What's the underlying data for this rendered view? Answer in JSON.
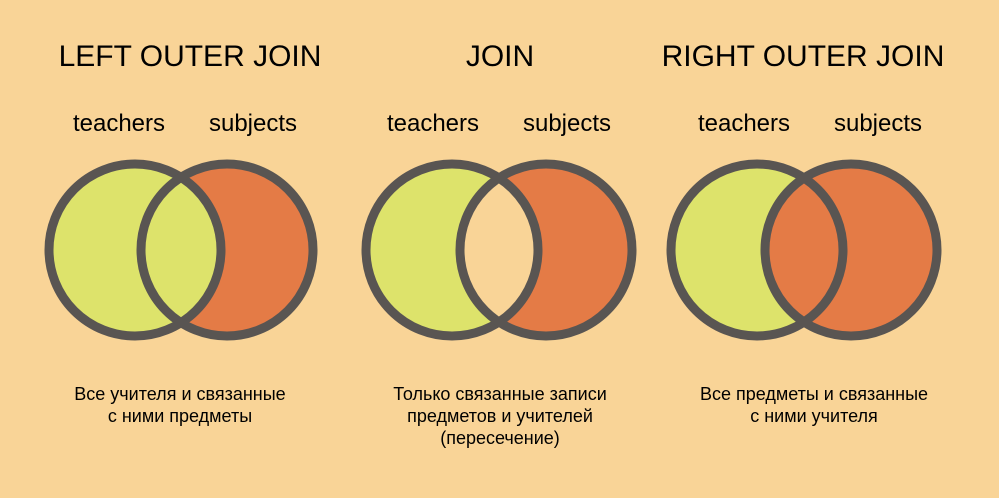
{
  "colors": {
    "background": "#f9d497",
    "teachers_fill": "#dde36b",
    "subjects_fill": "#e47b46",
    "outline": "#595552"
  },
  "panels": [
    {
      "title": "LEFT OUTER JOIN",
      "left_label": "teachers",
      "right_label": "subjects",
      "highlight": "left",
      "caption_lines": [
        "Все учителя и связанные",
        "с ними предметы"
      ]
    },
    {
      "title": "JOIN",
      "left_label": "teachers",
      "right_label": "subjects",
      "highlight": "intersection",
      "caption_lines": [
        "Только связанные записи",
        "предметов и учителей",
        "(пересечение)"
      ]
    },
    {
      "title": "RIGHT OUTER JOIN",
      "left_label": "teachers",
      "right_label": "subjects",
      "highlight": "right",
      "caption_lines": [
        "Все предметы и связанные",
        "с ними учителя"
      ]
    }
  ]
}
